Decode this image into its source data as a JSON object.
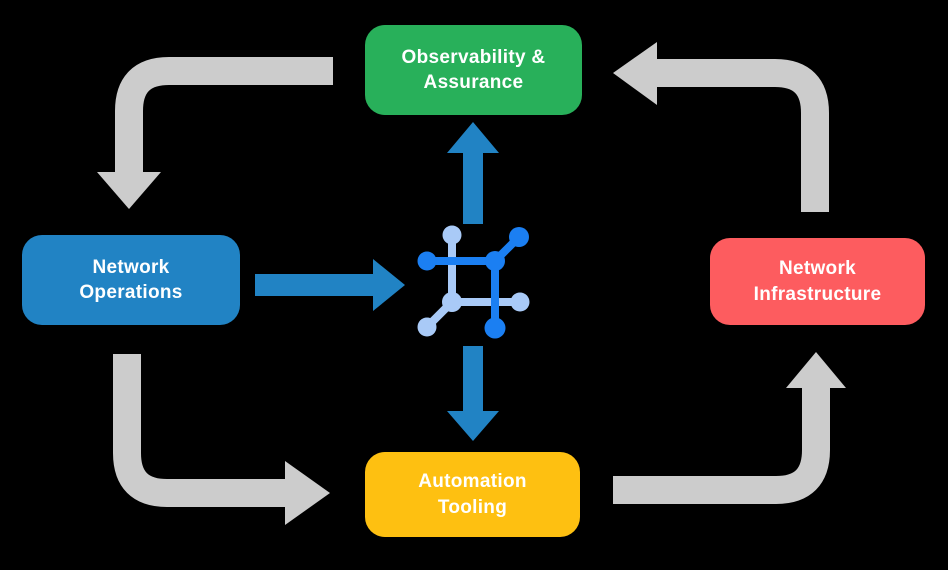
{
  "diagram": {
    "nodes": [
      {
        "id": "observability-assurance",
        "label": "Observability &\nAssurance",
        "color": "#28b05a"
      },
      {
        "id": "network-operations",
        "label": "Network\nOperations",
        "color": "#2183c4"
      },
      {
        "id": "network-infrastructure",
        "label": "Network\nInfrastructure",
        "color": "#fd5c5f"
      },
      {
        "id": "automation-tooling",
        "label": "Automation\nTooling",
        "color": "#fec011"
      }
    ],
    "center_icon": "network-mesh-icon",
    "flows": [
      {
        "from": "Observability & Assurance",
        "to": "Network Operations",
        "style": "gray-cycle"
      },
      {
        "from": "Network Operations",
        "to": "Automation Tooling",
        "style": "gray-cycle"
      },
      {
        "from": "Automation Tooling",
        "to": "Network Infrastructure",
        "style": "gray-cycle"
      },
      {
        "from": "Network Infrastructure",
        "to": "Observability & Assurance",
        "style": "gray-cycle"
      },
      {
        "from": "Network Operations",
        "to": "center-icon",
        "style": "blue"
      },
      {
        "from": "center-icon",
        "to": "Observability & Assurance",
        "style": "blue"
      },
      {
        "from": "center-icon",
        "to": "Automation Tooling",
        "style": "blue"
      }
    ]
  },
  "colors": {
    "background": "#000000",
    "node_green": "#28b05a",
    "node_blue": "#2183c4",
    "node_red": "#fd5c5f",
    "node_yellow": "#fec011",
    "arrow_gray": "#cccccc",
    "arrow_blue": "#2183c4",
    "icon_blue": "#1b7ff2",
    "icon_light_blue": "#a9caf7",
    "text": "#ffffff"
  }
}
